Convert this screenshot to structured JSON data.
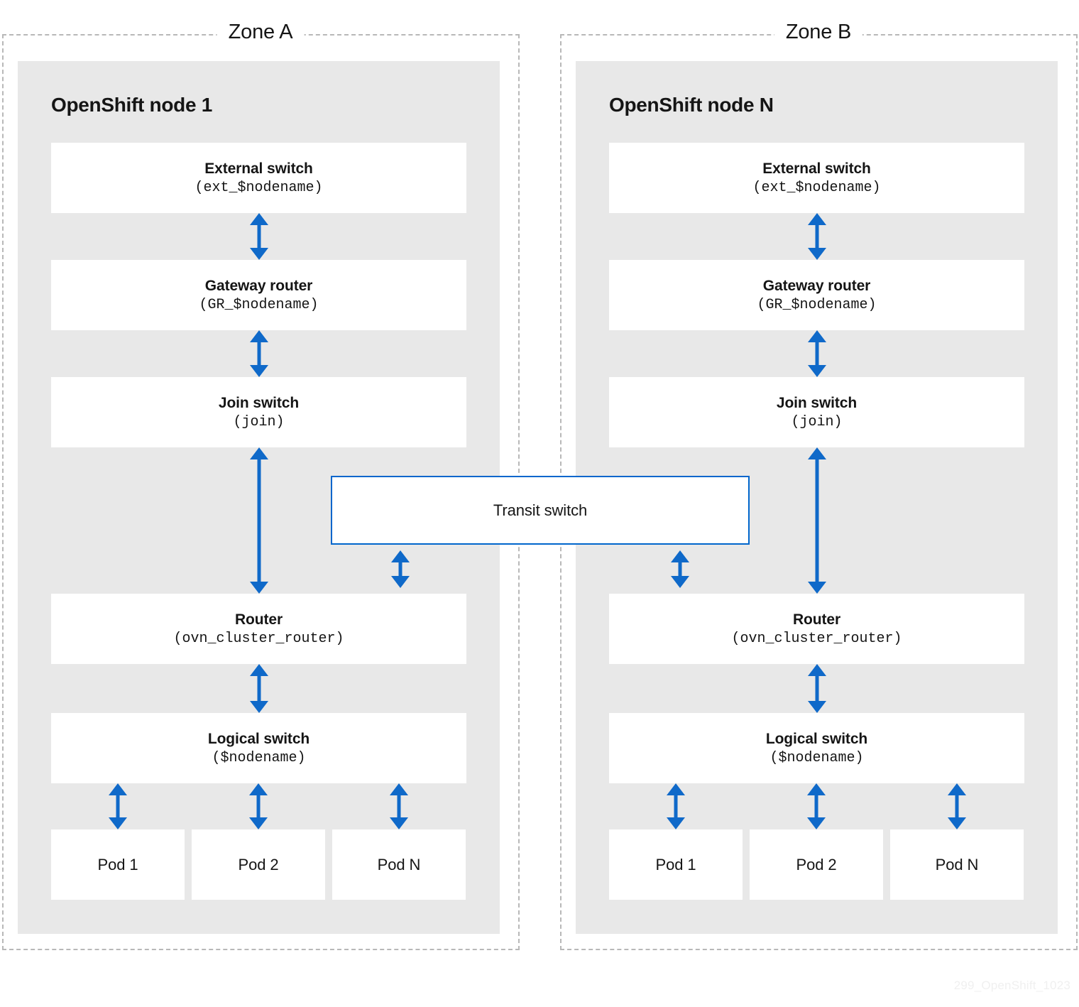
{
  "figure": {
    "watermark": "299_OpenShift_1023",
    "accent_blue": "#0066cc",
    "arrow_blue": "#0f69c9",
    "node_bg": "#e8e8e8",
    "zone_border": "#b8b8b8",
    "box_bg": "#ffffff",
    "text": "#151515"
  },
  "zones": [
    {
      "label": "Zone A",
      "node": {
        "title": "OpenShift node 1",
        "components": [
          {
            "title": "External switch",
            "subtitle": "(ext_$nodename)"
          },
          {
            "title": "Gateway router",
            "subtitle": "(GR_$nodename)"
          },
          {
            "title": "Join switch",
            "subtitle": "(join)"
          },
          {
            "title": "Router",
            "subtitle": "(ovn_cluster_router)"
          },
          {
            "title": "Logical switch",
            "subtitle": "($nodename)"
          }
        ],
        "pods": [
          {
            "label": "Pod 1"
          },
          {
            "label": "Pod 2"
          },
          {
            "label": "Pod N"
          }
        ]
      }
    },
    {
      "label": "Zone B",
      "node": {
        "title": "OpenShift node N",
        "components": [
          {
            "title": "External switch",
            "subtitle": "(ext_$nodename)"
          },
          {
            "title": "Gateway router",
            "subtitle": "(GR_$nodename)"
          },
          {
            "title": "Join switch",
            "subtitle": "(join)"
          },
          {
            "title": "Router",
            "subtitle": "(ovn_cluster_router)"
          },
          {
            "title": "Logical switch",
            "subtitle": "($nodename)"
          }
        ],
        "pods": [
          {
            "label": "Pod 1"
          },
          {
            "label": "Pod 2"
          },
          {
            "label": "Pod N"
          }
        ]
      }
    }
  ],
  "transit": {
    "label": "Transit switch"
  }
}
